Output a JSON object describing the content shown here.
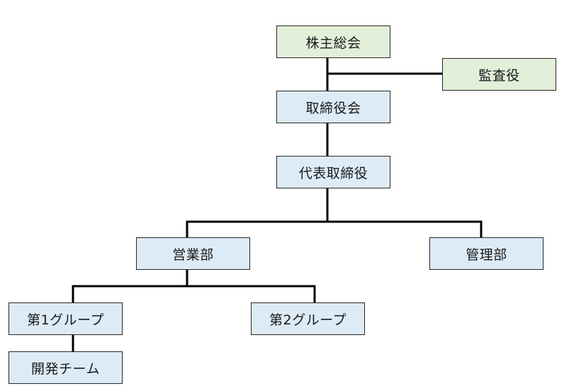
{
  "org_chart": {
    "shareholders_meeting": "株主総会",
    "auditor": "監査役",
    "board_of_directors": "取締役会",
    "representative_director": "代表取締役",
    "sales_department": "営業部",
    "administration_department": "管理部",
    "group_1": "第1グループ",
    "group_2": "第2グループ",
    "development_team": "開発チーム"
  },
  "colors": {
    "top_box_fill": "#e2efd9",
    "box_fill": "#ddebf7",
    "line": "#000000",
    "border": "#262626"
  }
}
